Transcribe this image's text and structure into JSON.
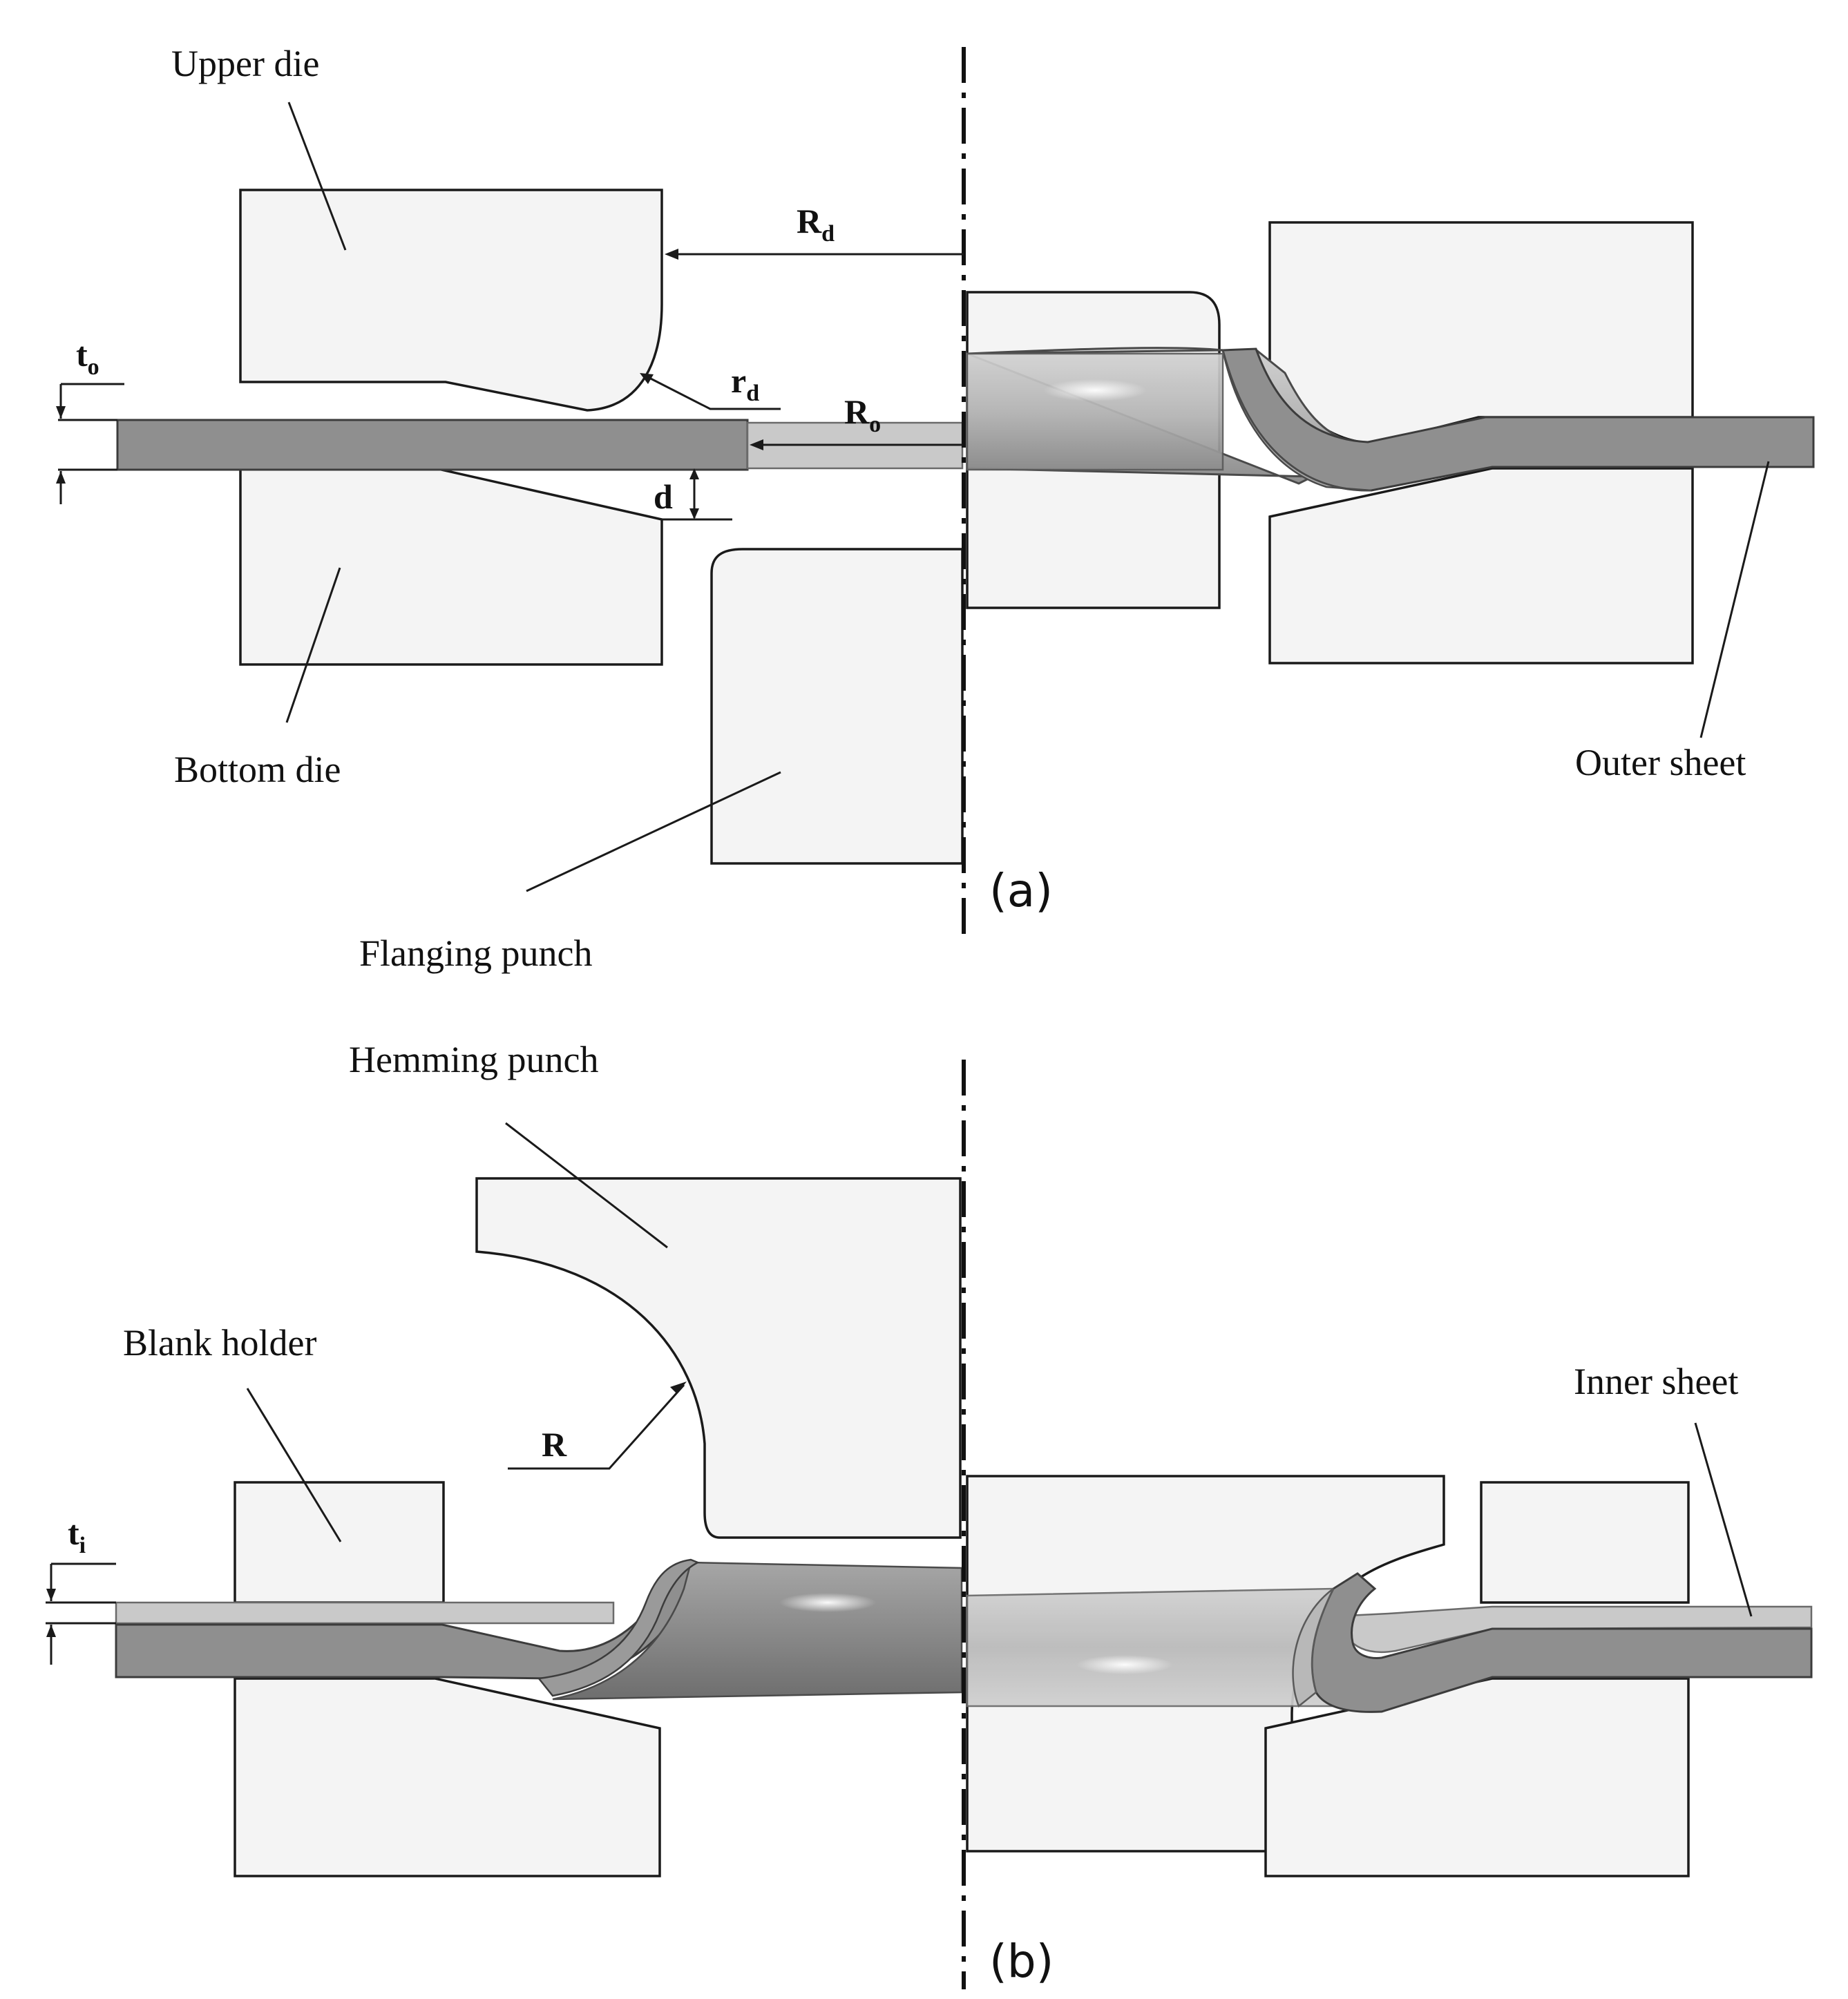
{
  "panel_a": {
    "tag": "(a)",
    "labels": {
      "upper_die": "Upper die",
      "bottom_die": "Bottom die",
      "flanging_punch": "Flanging punch",
      "outer_sheet": "Outer sheet"
    },
    "dimensions": {
      "t_o": {
        "main": "t",
        "sub": "o"
      },
      "r_d": {
        "main": "r",
        "sub": "d"
      },
      "R_d": {
        "main": "R",
        "sub": "d"
      },
      "R_o": {
        "main": "R",
        "sub": "o"
      },
      "d": "d"
    }
  },
  "panel_b": {
    "tag": "(b)",
    "labels": {
      "hemming_punch": "Hemming punch",
      "blank_holder": "Blank holder",
      "inner_sheet": "Inner sheet"
    },
    "dimensions": {
      "t_i": {
        "main": "t",
        "sub": "i"
      },
      "R": "R"
    }
  },
  "colors": {
    "tool_fill": "#f4f4f4",
    "sheet_fill": "#8f8f8f",
    "inner_sheet_fill": "#c9c9c9",
    "outline": "#1a1a1a"
  }
}
